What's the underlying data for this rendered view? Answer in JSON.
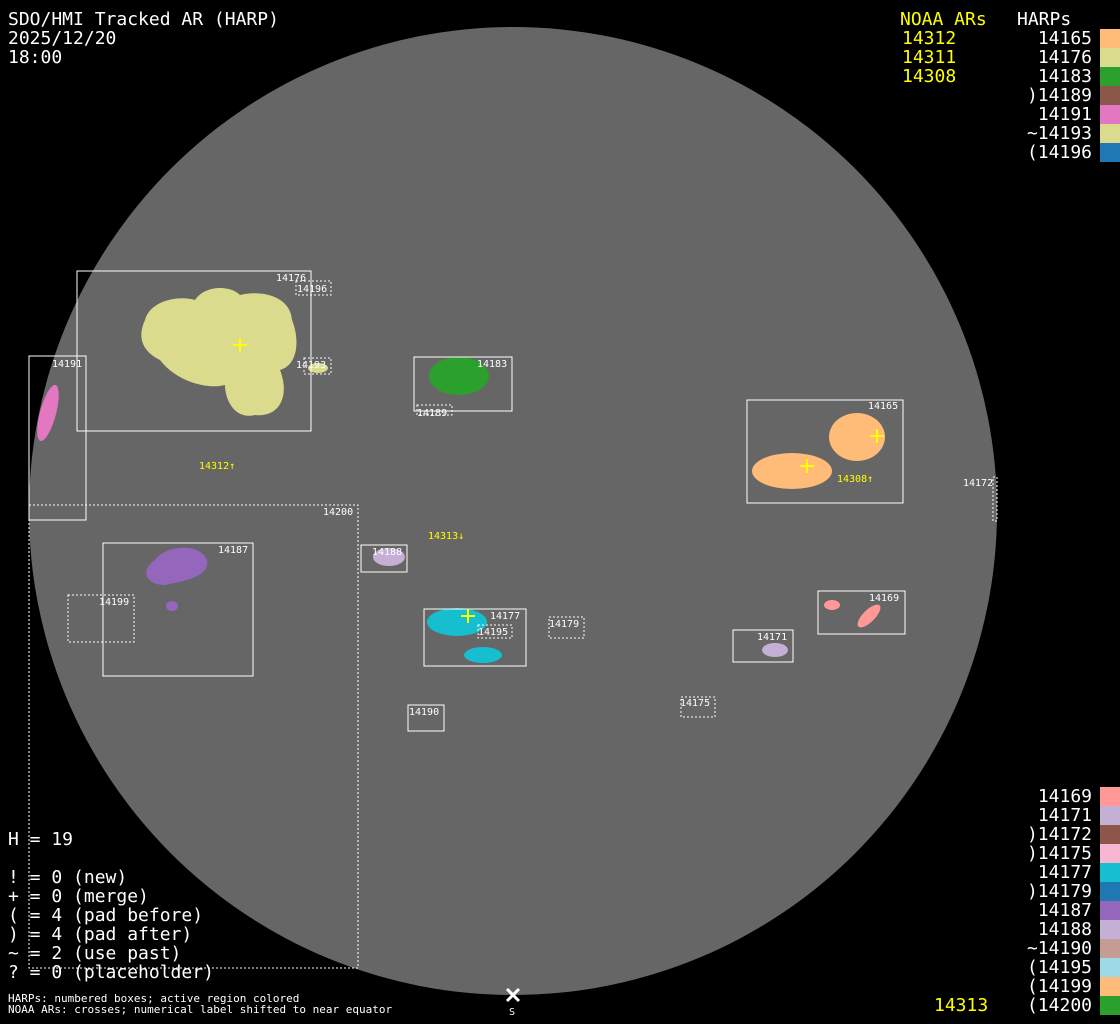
{
  "header": {
    "title": "SDO/HMI Tracked AR (HARP)",
    "date": "2025/12/20",
    "time": "18:00"
  },
  "legend_top": {
    "noaa_title": "NOAA ARs",
    "harps_title": "HARPs",
    "noaa": [
      "14312",
      "14311",
      "14308"
    ],
    "harps": [
      {
        "label": "14165",
        "color": "#ffbb78"
      },
      {
        "label": "14176",
        "color": "#dbdb8d"
      },
      {
        "label": "14183",
        "color": "#2ca02c"
      },
      {
        "label": ")14189",
        "color": "#8c564b"
      },
      {
        "label": "14191",
        "color": "#e377c2"
      },
      {
        "label": "~14193",
        "color": "#dbdb8d"
      },
      {
        "label": "(14196",
        "color": "#1f77b4"
      }
    ]
  },
  "legend_bottom": {
    "noaa": "14313",
    "harps": [
      {
        "label": "14169",
        "color": "#ff9896"
      },
      {
        "label": "14171",
        "color": "#c5b0d5"
      },
      {
        "label": ")14172",
        "color": "#8c564b"
      },
      {
        "label": ")14175",
        "color": "#f7b6d2"
      },
      {
        "label": "14177",
        "color": "#17becf"
      },
      {
        "label": ")14179",
        "color": "#1f77b4"
      },
      {
        "label": "14187",
        "color": "#9467bd"
      },
      {
        "label": "14188",
        "color": "#c5b0d5"
      },
      {
        "label": "~14190",
        "color": "#c49c94"
      },
      {
        "label": "(14195",
        "color": "#9edae5"
      },
      {
        "label": "(14199",
        "color": "#ffbb78"
      },
      {
        "label": "(14200",
        "color": "#2ca02c"
      }
    ]
  },
  "stats": {
    "h": "H = 19",
    "lines": [
      "! = 0 (new)",
      "+ = 0 (merge)",
      "( = 4 (pad before)",
      ") = 4 (pad after)",
      "~ = 2 (use past)",
      "? = 0 (placeholder)"
    ]
  },
  "footer": {
    "line1": "HARPs: numbered boxes; active region colored",
    "line2": "NOAA ARs: crosses; numerical label shifted to near equator",
    "south": "S"
  },
  "regions": {
    "r14176": "14176",
    "r14196": "14196",
    "r14193": "14193",
    "r14191": "14191",
    "r14183": "14183",
    "r14189": "14189",
    "r14200": "14200",
    "r14187": "14187",
    "r14199": "14199",
    "r14188": "14188",
    "r14177": "14177",
    "r14195": "14195",
    "r14179": "14179",
    "r14171": "14171",
    "r14169": "14169",
    "r14165": "14165",
    "r14172": "14172",
    "r14175": "14175",
    "r14190": "14190"
  },
  "noaa_labels": {
    "n14312": "14312↑",
    "n14313": "14313↓",
    "n14308": "14308↑"
  }
}
